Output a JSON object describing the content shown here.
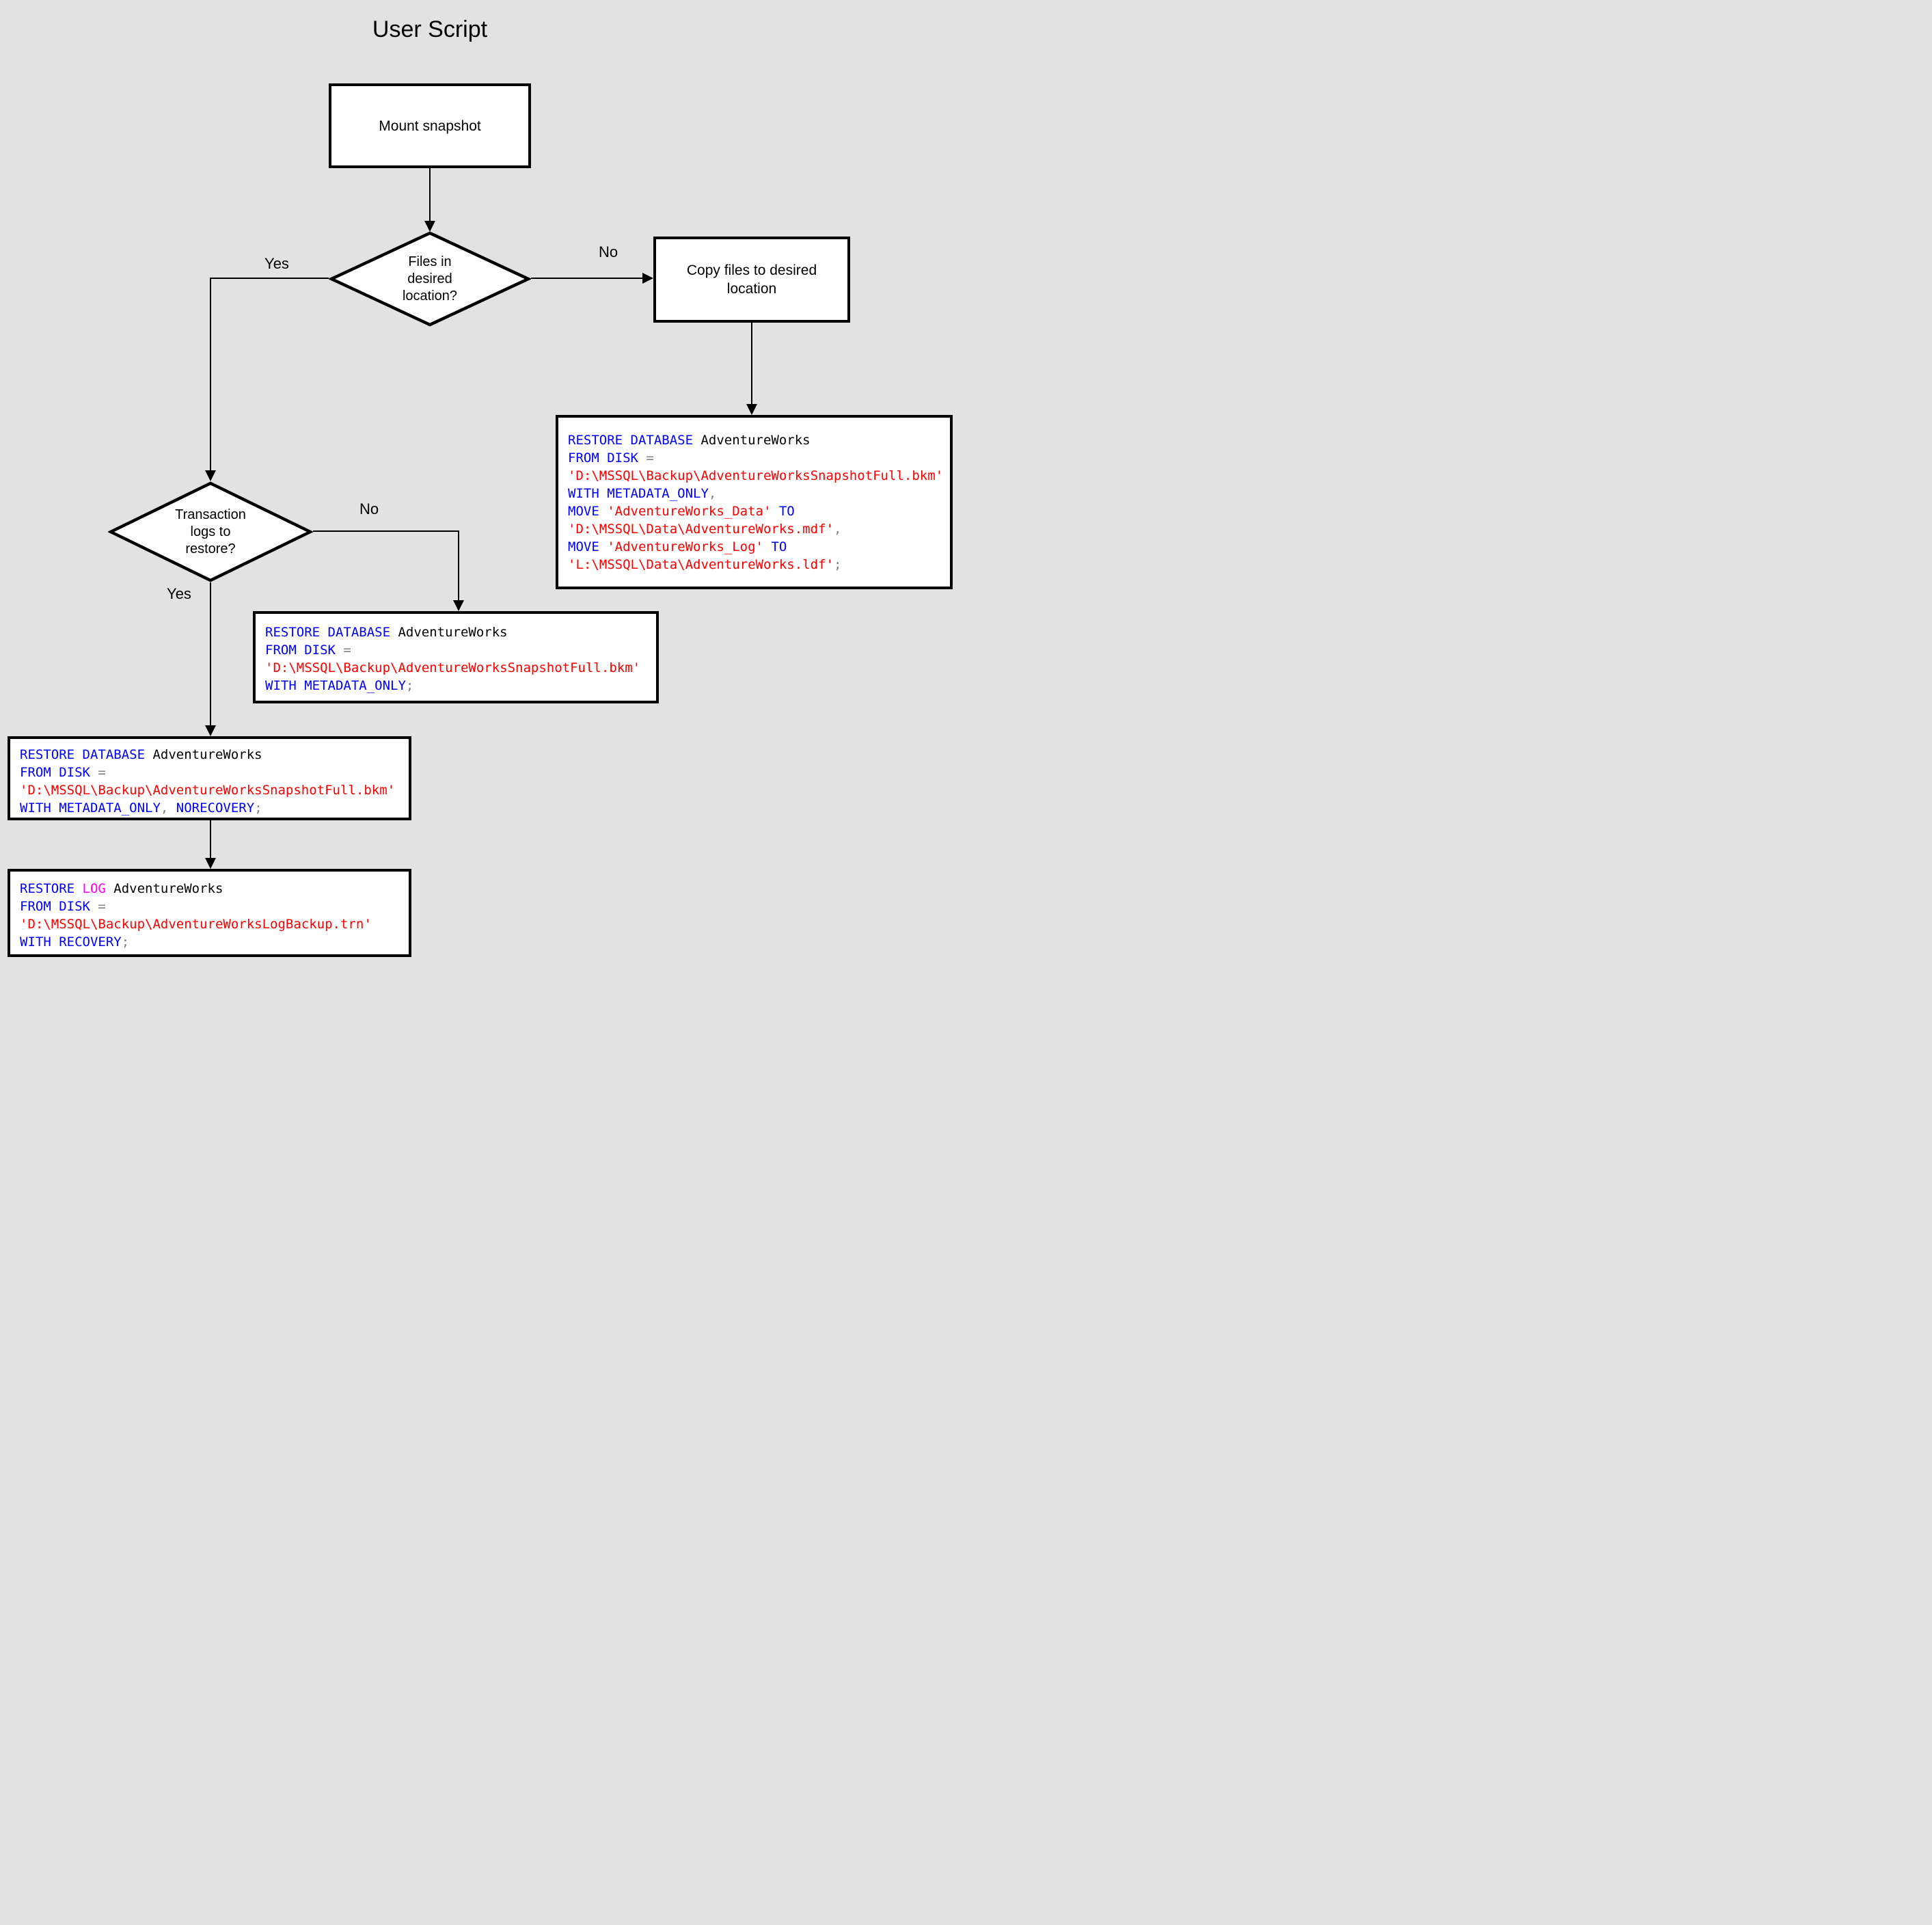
{
  "title": "User Script",
  "palette": {
    "background": "#e2e2e2",
    "shape_fill": "#ffffff",
    "shape_border": "#000000",
    "keyword_blue": "#0000ff",
    "identifier_black": "#000000",
    "string_red": "#ff0000",
    "operator_gray": "#808080",
    "log_magenta": "#ff00ff"
  },
  "nodes": {
    "mount": {
      "label": "Mount snapshot"
    },
    "files_decision": {
      "line1": "Files in",
      "line2": "desired",
      "line3": "location?"
    },
    "copy_files": {
      "line1": "Copy files to desired",
      "line2": "location"
    },
    "logs_decision": {
      "line1": "Transaction",
      "line2": "logs to",
      "line3": "restore?"
    }
  },
  "labels": {
    "yes_top": "Yes",
    "no_top": "No",
    "no_mid": "No",
    "yes_mid": "Yes"
  },
  "code_blocks": {
    "copy_restore_move": {
      "lines": [
        [
          {
            "t": "RESTORE DATABASE",
            "c": "kw"
          },
          {
            "t": " AdventureWorks",
            "c": "id"
          }
        ],
        [
          {
            "t": "FROM DISK ",
            "c": "kw"
          },
          {
            "t": "=",
            "c": "op"
          }
        ],
        [
          {
            "t": "'D:\\MSSQL\\Backup\\AdventureWorksSnapshotFull.bkm'",
            "c": "str"
          }
        ],
        [
          {
            "t": "WITH METADATA_ONLY",
            "c": "kw"
          },
          {
            "t": ",",
            "c": "op"
          }
        ],
        [
          {
            "t": "MOVE ",
            "c": "kw"
          },
          {
            "t": "'AdventureWorks_Data'",
            "c": "str"
          },
          {
            "t": " TO",
            "c": "kw"
          }
        ],
        [
          {
            "t": "'D:\\MSSQL\\Data\\AdventureWorks.mdf'",
            "c": "str"
          },
          {
            "t": ",",
            "c": "op"
          }
        ],
        [
          {
            "t": "MOVE ",
            "c": "kw"
          },
          {
            "t": "'AdventureWorks_Log'",
            "c": "str"
          },
          {
            "t": " TO",
            "c": "kw"
          }
        ],
        [
          {
            "t": "'L:\\MSSQL\\Data\\AdventureWorks.ldf'",
            "c": "str"
          },
          {
            "t": ";",
            "c": "op"
          }
        ]
      ]
    },
    "restore_metadata_only": {
      "lines": [
        [
          {
            "t": "RESTORE DATABASE",
            "c": "kw"
          },
          {
            "t": " AdventureWorks",
            "c": "id"
          }
        ],
        [
          {
            "t": "FROM DISK ",
            "c": "kw"
          },
          {
            "t": "=",
            "c": "op"
          }
        ],
        [
          {
            "t": "'D:\\MSSQL\\Backup\\AdventureWorksSnapshotFull.bkm'",
            "c": "str"
          }
        ],
        [
          {
            "t": "WITH METADATA_ONLY",
            "c": "kw"
          },
          {
            "t": ";",
            "c": "op"
          }
        ]
      ]
    },
    "restore_norecovery": {
      "lines": [
        [
          {
            "t": "RESTORE DATABASE",
            "c": "kw"
          },
          {
            "t": " AdventureWorks",
            "c": "id"
          }
        ],
        [
          {
            "t": "FROM DISK ",
            "c": "kw"
          },
          {
            "t": "=",
            "c": "op"
          }
        ],
        [
          {
            "t": "'D:\\MSSQL\\Backup\\AdventureWorksSnapshotFull.bkm'",
            "c": "str"
          }
        ],
        [
          {
            "t": "WITH METADATA_ONLY",
            "c": "kw"
          },
          {
            "t": ", ",
            "c": "op"
          },
          {
            "t": "NORECOVERY",
            "c": "kw"
          },
          {
            "t": ";",
            "c": "op"
          }
        ]
      ]
    },
    "restore_log": {
      "lines": [
        [
          {
            "t": "RESTORE ",
            "c": "kw"
          },
          {
            "t": "LOG",
            "c": "log"
          },
          {
            "t": " AdventureWorks",
            "c": "id"
          }
        ],
        [
          {
            "t": "FROM DISK ",
            "c": "kw"
          },
          {
            "t": "=",
            "c": "op"
          }
        ],
        [
          {
            "t": "'D:\\MSSQL\\Backup\\AdventureWorksLogBackup.trn'",
            "c": "str"
          }
        ],
        [
          {
            "t": "WITH RECOVERY",
            "c": "kw"
          },
          {
            "t": ";",
            "c": "op"
          }
        ]
      ]
    }
  }
}
